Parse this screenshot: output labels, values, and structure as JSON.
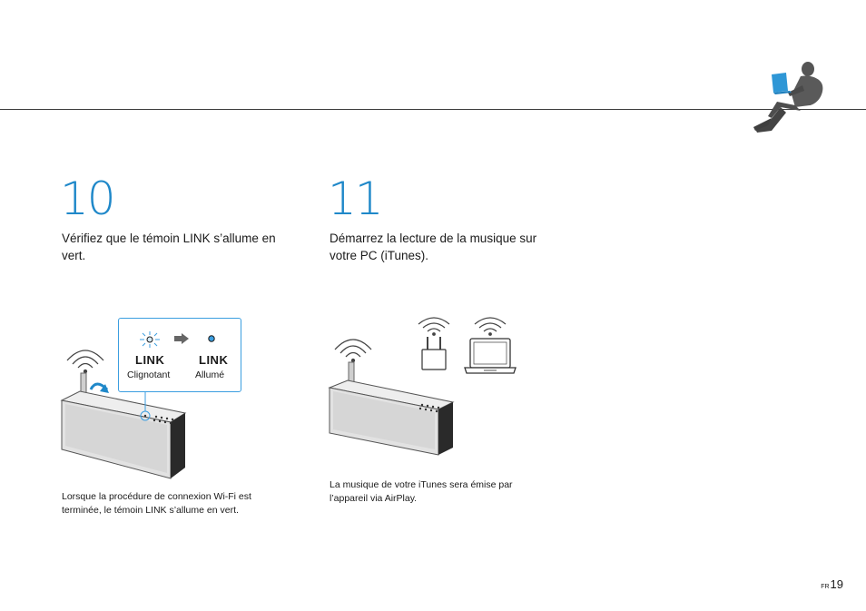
{
  "step10": {
    "number": "10",
    "text": "Vérifiez que le témoin LINK s’allume en vert.",
    "callout": {
      "link_left": "LINK",
      "link_right": "LINK",
      "state_left": "Clignotant",
      "state_right": "Allumé"
    },
    "note": "Lorsque la procédure de connexion Wi-Fi est terminée, le témoin LINK s’allume en vert."
  },
  "step11": {
    "number": "11",
    "text": "Démarrez la lecture de la musique sur votre PC (iTunes).",
    "note": "La musique de votre iTunes sera émise par l’appareil via AirPlay."
  },
  "footer": {
    "lang": "FR",
    "page": "19"
  },
  "colors": {
    "accent": "#1f88c9",
    "rule": "#3a3a3a",
    "callout_border": "#3b9ee0"
  }
}
